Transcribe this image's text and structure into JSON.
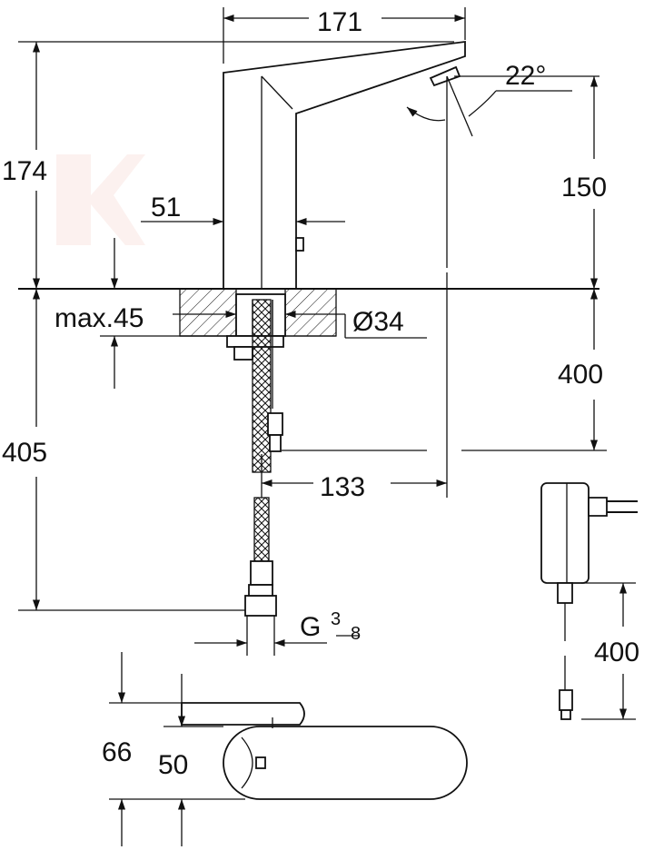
{
  "dimensions": {
    "top_width": "171",
    "spout_angle": "22°",
    "total_height": "174",
    "spout_height": "150",
    "body_depth": "51",
    "max_deck": "max.45",
    "hole_diameter": "Ø34",
    "flex_hose_upper": "400",
    "flex_hose_total": "405",
    "reach": "133",
    "connection_main": "G",
    "connection_sup": "3",
    "connection_sub": "8",
    "adapter_cable": "400",
    "plan_depth_outer": "66",
    "plan_depth_inner": "50"
  },
  "colors": {
    "line": "#111111",
    "background": "#ffffff",
    "watermark": "#f2c9c0"
  }
}
